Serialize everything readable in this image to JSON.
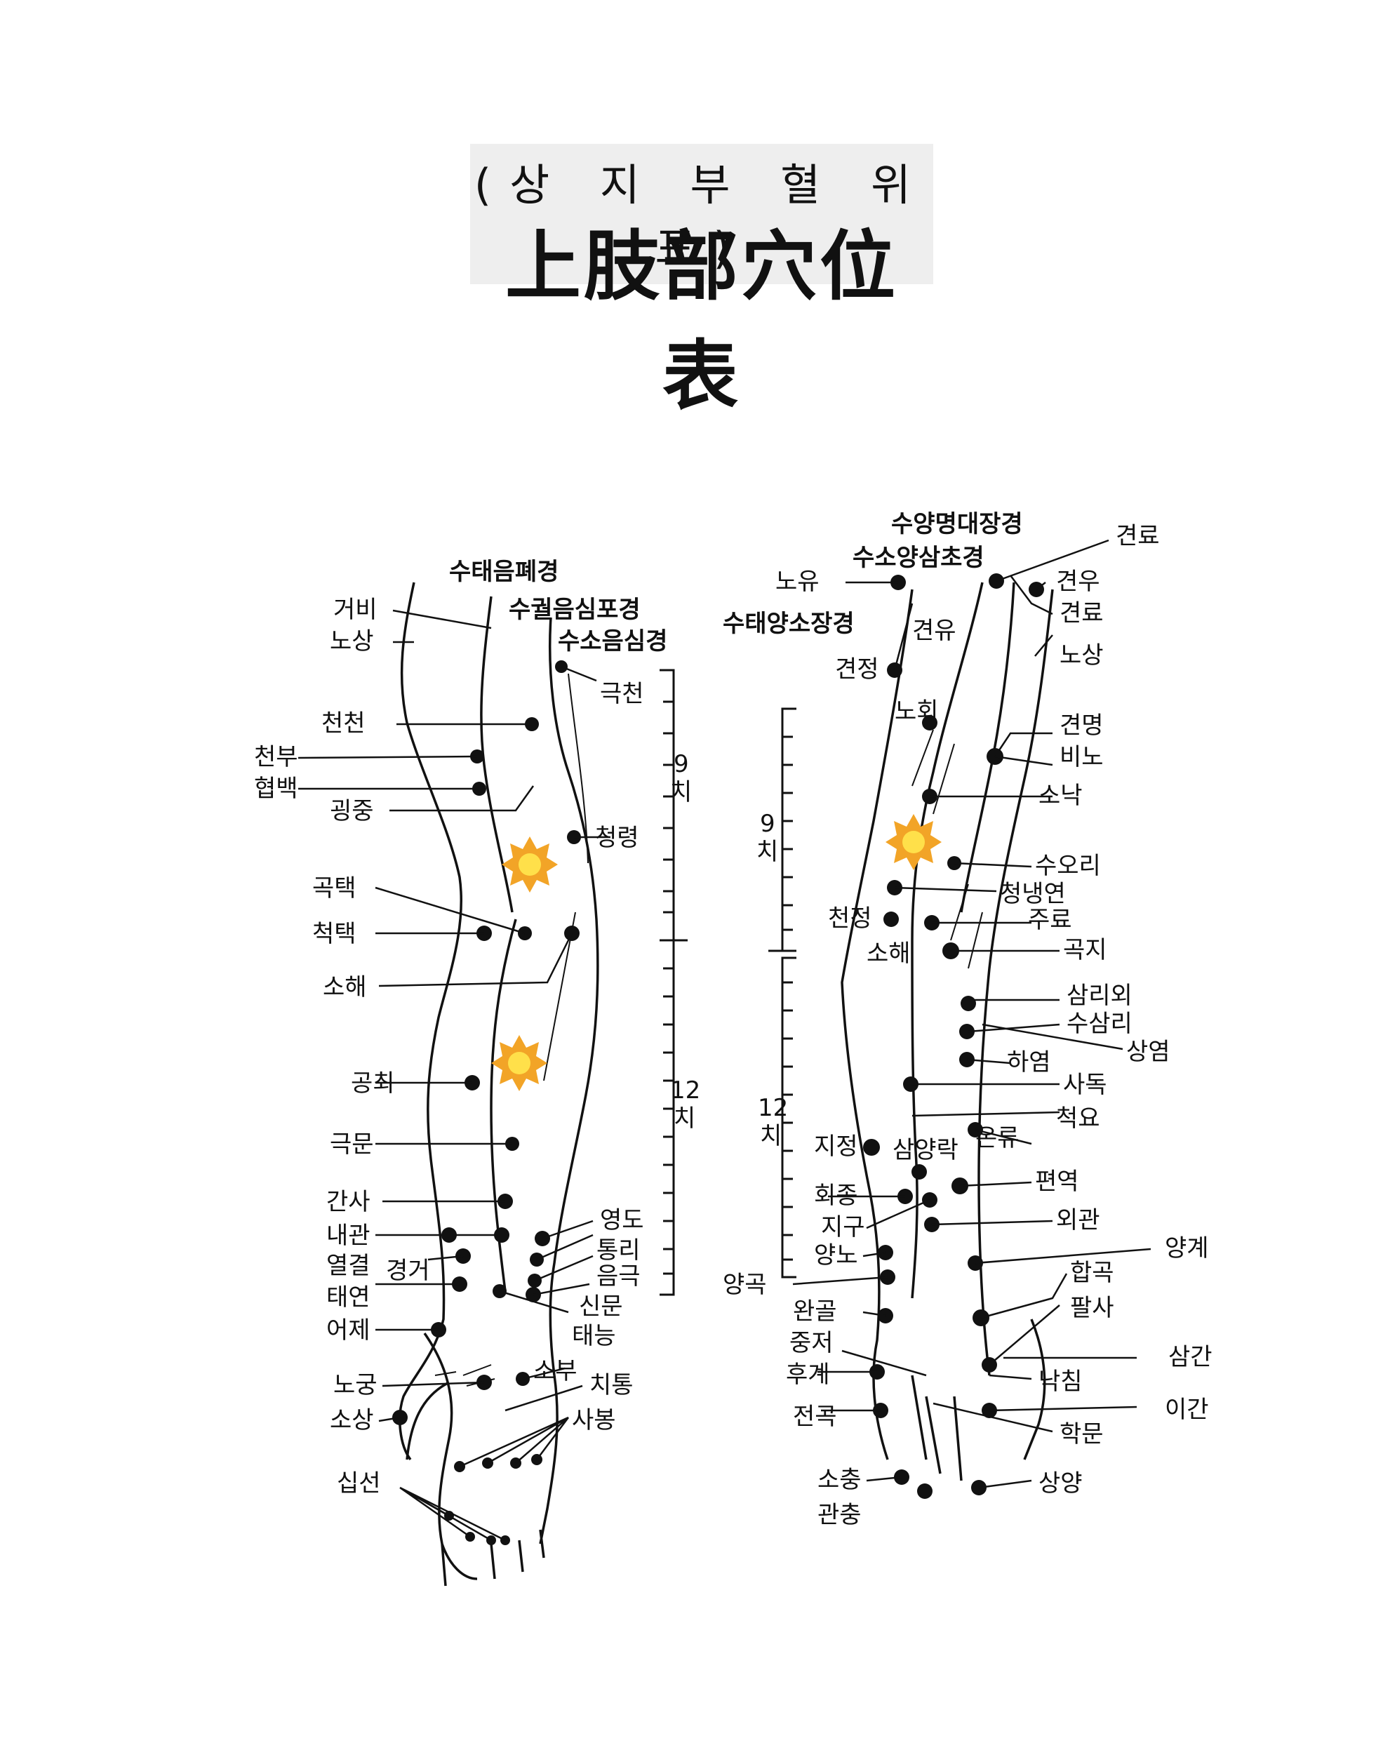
{
  "title": {
    "korean": "(상 지 부 혈 위 표)",
    "hanja": "上肢部穴位表"
  },
  "left_arm": {
    "meridians": [
      "수태음폐경",
      "수궐음심포경",
      "수소음심경"
    ],
    "points": [
      "거비",
      "노상",
      "천천",
      "천부",
      "협백",
      "굉중",
      "극천",
      "청령",
      "곡택",
      "척택",
      "소해",
      "공최",
      "극문",
      "간사",
      "내관",
      "열결",
      "경거",
      "태연",
      "어제",
      "영도",
      "통리",
      "음극",
      "신문",
      "태능",
      "소부",
      "치통",
      "노궁",
      "소상",
      "사봉",
      "십선"
    ],
    "scale": {
      "upper": "9\n치",
      "lower": "12\n치"
    }
  },
  "right_arm": {
    "meridians": [
      "수양명대장경",
      "수소양삼초경",
      "수태양소장경"
    ],
    "points": [
      "견료",
      "노유",
      "견우",
      "견료",
      "견유",
      "노상",
      "견정",
      "노회",
      "견명",
      "비노",
      "소낙",
      "수오리",
      "청냉연",
      "천정",
      "주료",
      "소해",
      "곡지",
      "삼리외",
      "수삼리",
      "상염",
      "하염",
      "사독",
      "척요",
      "지정",
      "삼양락",
      "온류",
      "회종",
      "편역",
      "외관",
      "지구",
      "양노",
      "양계",
      "양곡",
      "합곡",
      "완골",
      "팔사",
      "중저",
      "삼간",
      "후계",
      "낙침",
      "이간",
      "전곡",
      "학문",
      "소충",
      "상양",
      "관충"
    ],
    "scale": {
      "upper": "9\n치",
      "lower": "12\n치"
    }
  },
  "colors": {
    "ink": "#111111",
    "marker": "#f2a427",
    "marker_center": "#ffe04a"
  },
  "icons": [
    "sun-marker-icon"
  ]
}
